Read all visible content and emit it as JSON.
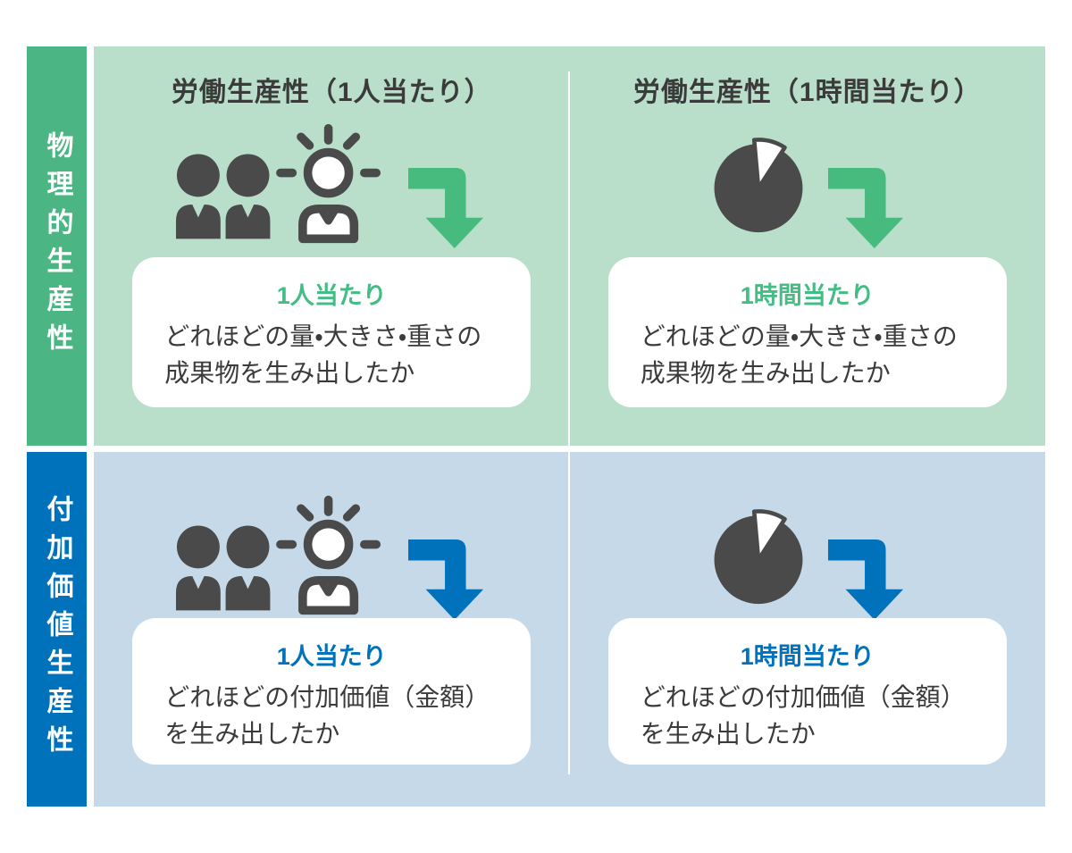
{
  "colors": {
    "green_bar": "#4bb584",
    "green_panel": "#b9dfca",
    "green_arrow": "#47ba7d",
    "green_heading": "#44bd84",
    "blue_bar": "#0072bc",
    "blue_panel": "#c5d9e9",
    "blue_arrow": "#0072bc",
    "blue_heading": "#0072bc",
    "icon_dark": "#4a4a4a",
    "text_dark": "#3b3b3b",
    "card_bg": "#ffffff",
    "page_bg": "#ffffff"
  },
  "rows": [
    {
      "id": "physical-productivity",
      "side_label": "物理的生産性",
      "theme": "green",
      "columns": [
        {
          "header": "労働生産性（1人当たり）",
          "icon": "workers-idea-icon",
          "card": {
            "heading": "1人当たり",
            "body_lines": [
              "どれほどの量・大きさ・重さの",
              "成果物を生み出したか"
            ]
          }
        },
        {
          "header": "労働生産性（1時間当たり）",
          "icon": "clock-pie-icon",
          "card": {
            "heading": "1時間当たり",
            "body_lines": [
              "どれほどの量・大きさ・重さの",
              "成果物を生み出したか"
            ]
          }
        }
      ]
    },
    {
      "id": "value-added-productivity",
      "side_label": "付加価値生産性",
      "theme": "blue",
      "columns": [
        {
          "header": "",
          "icon": "workers-idea-icon",
          "card": {
            "heading": "1人当たり",
            "body_lines": [
              "どれほどの付加価値（金額）",
              "を生み出したか"
            ]
          }
        },
        {
          "header": "",
          "icon": "clock-pie-icon",
          "card": {
            "heading": "1時間当たり",
            "body_lines": [
              "どれほどの付加価値（金額）",
              "を生み出したか"
            ]
          }
        }
      ]
    }
  ]
}
